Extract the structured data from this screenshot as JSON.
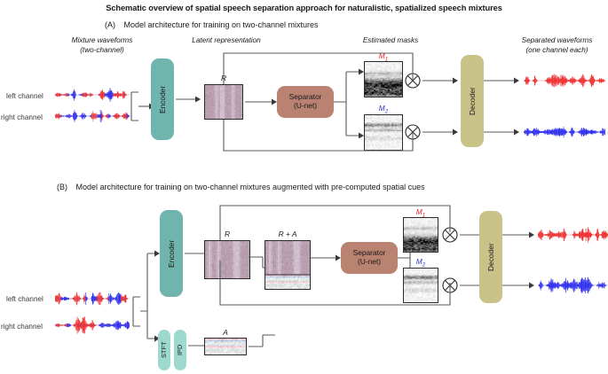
{
  "figure": {
    "title": "Schematic overview of spatial speech separation approach for naturalistic, spatialized speech mixtures"
  },
  "panels": [
    {
      "id": "A",
      "letter": "(A)",
      "heading": "Model architecture for training on two-channel mixtures",
      "column_headings": {
        "mixture": "Mixture waveforms",
        "mixture_sub": "(two-channel)",
        "latent": "Latent representation",
        "masks": "Estimated masks",
        "separated": "Separated waveforms",
        "separated_sub": "(one channel each)"
      },
      "channels": {
        "left": "left channel",
        "right": "right channel"
      },
      "blocks": {
        "encoder": "Encoder",
        "separator_line1": "Separator",
        "separator_line2": "(U-net)",
        "decoder": "Decoder"
      },
      "tiles": {
        "latent": "R",
        "mask1": "M",
        "mask1_sub": "1",
        "mask2": "M",
        "mask2_sub": "2"
      },
      "operators": {
        "multiply": "⊗"
      }
    },
    {
      "id": "B",
      "letter": "(B)",
      "heading": "Model architecture for training on two-channel mixtures augmented with pre-computed spatial cues",
      "channels": {
        "left": "left channel",
        "right": "right channel"
      },
      "blocks": {
        "encoder": "Encoder",
        "stft": "STFT",
        "ipd": "IPD",
        "separator_line1": "Separator",
        "separator_line2": "(U-net)",
        "decoder": "Decoder"
      },
      "tiles": {
        "latent": "R",
        "spatial": "A",
        "concat": "R + A",
        "mask1": "M",
        "mask1_sub": "1",
        "mask2": "M",
        "mask2_sub": "2"
      },
      "operators": {
        "multiply": "⊗"
      }
    }
  ],
  "colors": {
    "encoder": "#6fb5ad",
    "stft_ipd": "#9ed9d0",
    "separator": "#ba8271",
    "decoder": "#c9c38a",
    "mask1_label": "#e8252a",
    "mask2_label": "#3333cc",
    "waveform_red": "#ee2b2b",
    "waveform_blue": "#2b2bee",
    "wire": "#5a5a5a",
    "tile_border": "#2b2b2b",
    "latent_tint": "#b99cae",
    "text": "#1a1a1a"
  }
}
